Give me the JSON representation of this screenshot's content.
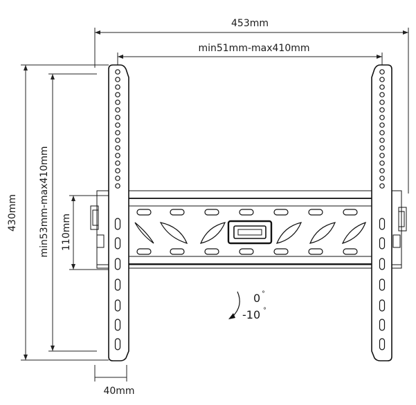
{
  "diagram": {
    "dimensions": {
      "overall_width": "453mm",
      "width_range": "min51mm-max410mm",
      "overall_height": "430mm",
      "height_range": "min53mm-max410mm",
      "rail_height": "110mm",
      "depth": "40mm"
    },
    "tilt": {
      "top_angle": "0",
      "bottom_angle": "-10",
      "degree_symbol": "°"
    }
  }
}
